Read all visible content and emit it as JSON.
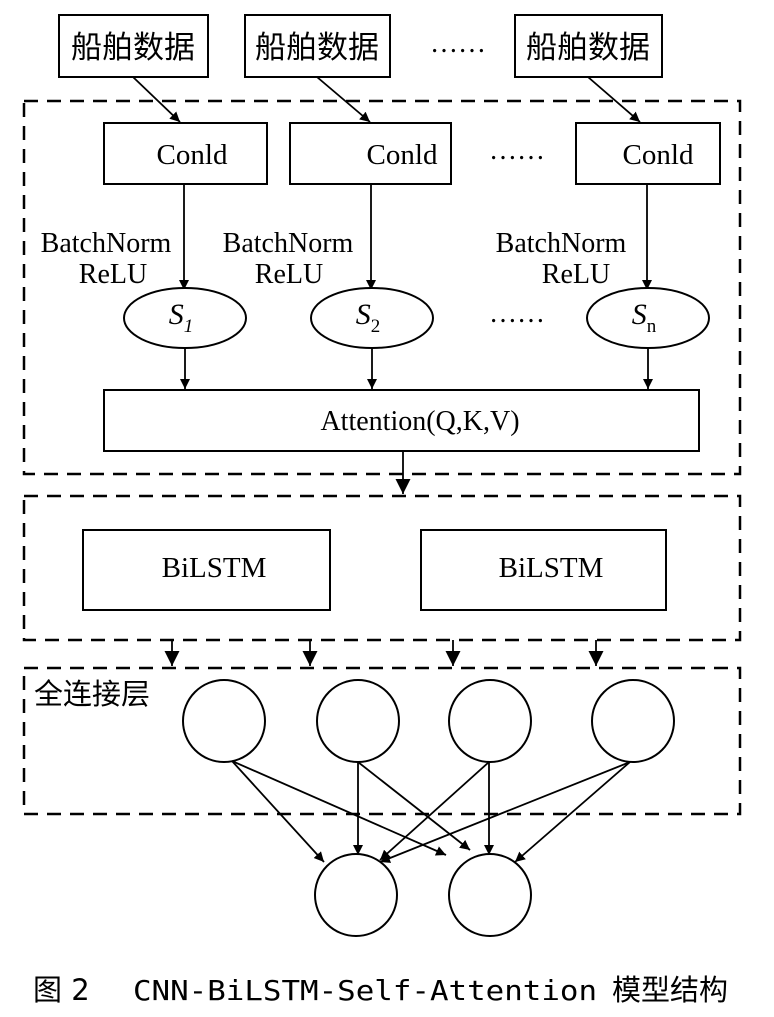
{
  "inputs": [
    "船舶数据",
    "船舶数据",
    "船舶数据"
  ],
  "conv": [
    "Conld",
    "Conld",
    "Conld"
  ],
  "norm_line1": [
    "BatchNorm",
    "BatchNorm",
    "BatchNorm"
  ],
  "norm_line2": [
    "ReLU",
    "ReLU",
    "ReLU"
  ],
  "states": [
    {
      "letter": "S",
      "sub": "1"
    },
    {
      "letter": "S",
      "sub": "2"
    },
    {
      "letter": "S",
      "sub": "n"
    }
  ],
  "ellipsis": "……",
  "attention": "Attention(Q,K,V)",
  "bilstm": [
    "BiLSTM",
    "BiLSTM"
  ],
  "fc_label": "全连接层",
  "caption": {
    "figure": "图 2",
    "title": "CNN-BiLSTM-Self-Attention",
    "suffix": "模型结构"
  }
}
